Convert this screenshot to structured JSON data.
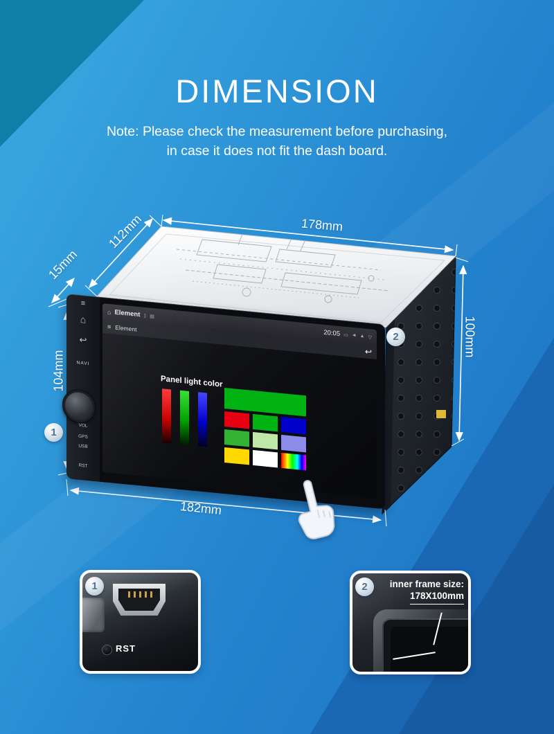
{
  "header": {
    "title": "DIMENSION",
    "note_line1": "Note: Please check the measurement before purchasing,",
    "note_line2": "in case it does not fit the dash board."
  },
  "dimensions": {
    "rear_width": "178mm",
    "depth": "112mm",
    "front_lip": "15mm",
    "front_height": "104mm",
    "frame_height": "100mm",
    "front_width": "182mm"
  },
  "badges": {
    "one": "1",
    "two": "2"
  },
  "device": {
    "screen": {
      "app_title": "Element",
      "sub_title": "Element",
      "time": "20:05",
      "panel_light_label": "Panel light color"
    },
    "buttons": {
      "navi": "NAVI",
      "vol": "VOL",
      "gps": "GPS",
      "usb": "USB",
      "rst": "RST"
    }
  },
  "icons": {
    "strip_menu": "≡",
    "strip_home": "⌂",
    "strip_back": "↩",
    "screen_home": "⌂",
    "screen_menu": "≡",
    "screen_back": "↩",
    "status_usb": "▯",
    "status_sd": "▤",
    "status_r1": "▭",
    "status_r2": "◄",
    "status_r3": "▲",
    "status_r4": "▽"
  },
  "callout1": {
    "badge": "1",
    "label": "RST"
  },
  "callout2": {
    "badge": "2",
    "line1": "inner frame size:",
    "line2": "178X100mm"
  },
  "palette": {
    "bg_tri_topleft": "#0E7FA6",
    "bg_tri_bottomright": "#1A67B4",
    "grid_big": "#00B312",
    "grid_r1": [
      "#E60012",
      "#00B312",
      "#0000CC"
    ],
    "grid_r2": [
      "#33B233",
      "#BFE8A8",
      "#8C8CE8"
    ],
    "grid_r3": [
      "#FFD800",
      "#FFFFFF",
      "linear-gradient(90deg,#ff0000,#ffff00 25%,#00ff00 45%,#00ffff 65%,#0000ff 82%,#ff00ff)"
    ],
    "bar_red": "linear-gradient(180deg,#ff3a3a,#cc0000 55%,#1a0000)",
    "bar_green": "linear-gradient(180deg,#38e038,#00a300 55%,#001a00)",
    "bar_blue": "linear-gradient(180deg,#4646ff,#0000cc 55%,#00001f)"
  }
}
